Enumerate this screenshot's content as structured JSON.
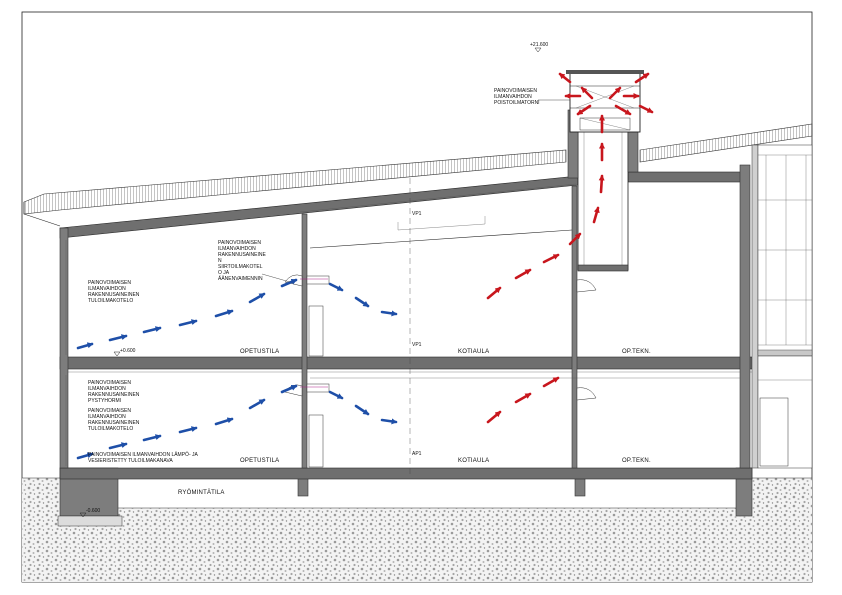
{
  "labels": {
    "exhaust_tower": [
      "PAINOVOIMAISEN",
      "ILMANVAIHDON",
      "POISTOILMATORNI"
    ],
    "transfer_upper": [
      "PAINOVOIMAISEN",
      "ILMANVAIHDON",
      "RAKENNUSAINEINE",
      "N",
      "SIIRTOILMAKOTEL",
      "O JA",
      "ÄÄNENVAIMENNIN"
    ],
    "supply_upper": [
      "PAINOVOIMAISEN",
      "ILMANVAIHDON",
      "RAKENNUSAINEINEN",
      "TULOILMAKOTELO"
    ],
    "shaft_lower": [
      "PAINOVOIMAISEN",
      "ILMANVAIHDON",
      "RAKENNUSAINEINEN",
      "PYSTYHORMI"
    ],
    "supply_lower": [
      "PAINOVOIMAISEN",
      "ILMANVAIHDON",
      "RAKENNUSAINEINEN",
      "TULOILMAKOTELO"
    ],
    "heat_recovery": [
      "PAINOVOIMAISEN ILMANVAIHDON LÄMPÖ- JA",
      "VESIERISTETTY TULOILMAKANAVA"
    ]
  },
  "rooms": {
    "opetustila_upper": "OPETUSTILA",
    "kotiaula_upper": "KOTIAULA",
    "optekn_upper": "OP.TEKN.",
    "opetustila_lower": "OPETUSTILA",
    "kotiaula_lower": "KOTIAULA",
    "optekn_lower": "OP.TEKN.",
    "ryomintatila": "RYÖMINTÄTILA"
  },
  "levels": {
    "roof_top": "+21.600",
    "first_floor": "+0.600",
    "foundation": "-0.600",
    "vp1_top": "VP1",
    "vp1_mid": "VP1",
    "ap1": "AP1"
  },
  "colors": {
    "supply_air": "#1e4fa8",
    "exhaust_air": "#c8161d",
    "annotation": "#b0258c",
    "structure": "#7d7d7d"
  },
  "airflow": {
    "supply": "blue-arrows",
    "exhaust": "red-arrows"
  }
}
